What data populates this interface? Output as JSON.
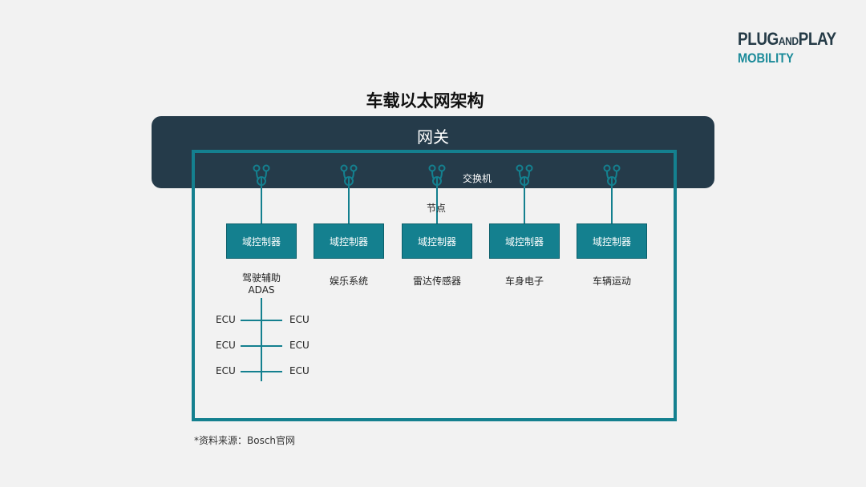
{
  "logo": {
    "line1_main": "PLUG",
    "line1_small": "AND",
    "line1_end": "PLAY",
    "line2": "MOBILITY"
  },
  "title": "车载以太网架构",
  "gateway": {
    "label": "网关"
  },
  "switch_label": "交换机",
  "node_label": "节点",
  "domains": [
    {
      "controller": "域控制器",
      "name": "驾驶辅助",
      "name2": "ADAS"
    },
    {
      "controller": "域控制器",
      "name": "娱乐系统"
    },
    {
      "controller": "域控制器",
      "name": "雷达传感器"
    },
    {
      "controller": "域控制器",
      "name": "车身电子"
    },
    {
      "controller": "域控制器",
      "name": "车辆运动"
    }
  ],
  "ecus": {
    "left": [
      "ECU",
      "ECU",
      "ECU"
    ],
    "right": [
      "ECU",
      "ECU",
      "ECU"
    ]
  },
  "source_note": "*资料来源：Bosch官网",
  "colors": {
    "teal": "#14808f",
    "navy": "#253b4a",
    "background": "#f2f2f2"
  }
}
